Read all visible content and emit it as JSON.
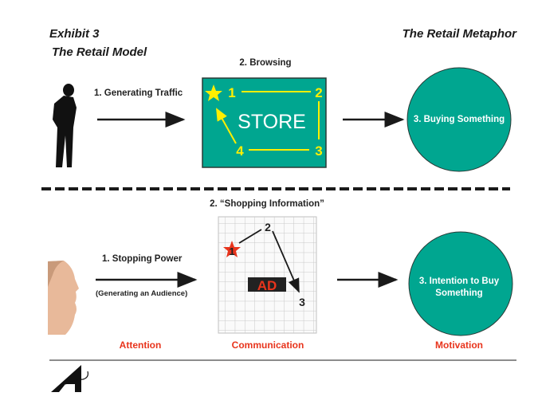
{
  "header": {
    "exhibit": "Exhibit 3",
    "title": "The Retail Metaphor",
    "subtitle": "The Retail Model"
  },
  "top": {
    "step1": "1. Generating Traffic",
    "step2": "2. Browsing",
    "store_label": "STORE",
    "store_points": [
      "1",
      "2",
      "3",
      "4"
    ],
    "step3": "3. Buying Something"
  },
  "bottom": {
    "step1": "1. Stopping Power",
    "step1_sub": "(Generating an Audience)",
    "step2": "2. “Shopping Information”",
    "grid_points": [
      "1",
      "2",
      "3"
    ],
    "ad_label": "AD",
    "step3_line1": "3. Intention to Buy",
    "step3_line2": "Something"
  },
  "footer_labels": {
    "attention": "Attention",
    "communication": "Communication",
    "motivation": "Motivation"
  },
  "colors": {
    "teal": "#00a690",
    "yellow": "#ffef00",
    "red": "#e8341c",
    "dark": "#1a1a1a"
  }
}
